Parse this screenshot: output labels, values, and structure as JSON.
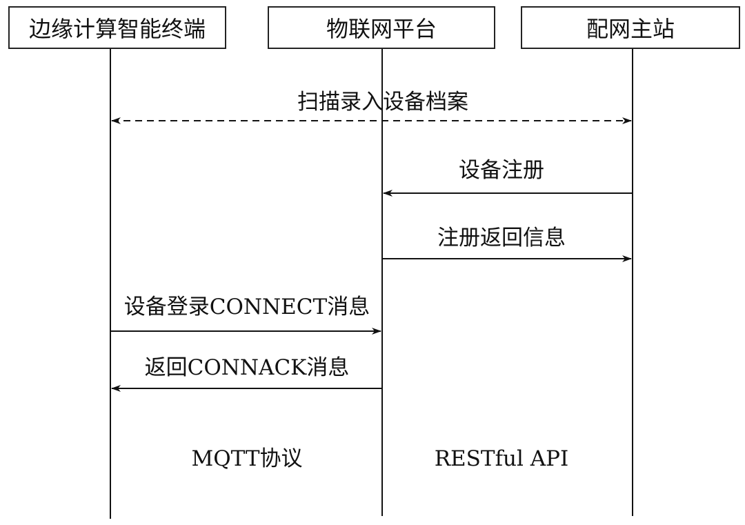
{
  "participants": [
    {
      "name": "边缘计算智能终端"
    },
    {
      "name": "物联网平台"
    },
    {
      "name": "配网主站"
    }
  ],
  "messages": [
    {
      "label": "扫描录入设备档案",
      "from": "边缘计算智能终端",
      "to": "配网主站",
      "style": "dashed-bidirectional"
    },
    {
      "label": "设备注册",
      "from": "配网主站",
      "to": "物联网平台",
      "style": "solid"
    },
    {
      "label": "注册返回信息",
      "from": "物联网平台",
      "to": "配网主站",
      "style": "solid"
    },
    {
      "label": "设备登录CONNECT消息",
      "from": "边缘计算智能终端",
      "to": "物联网平台",
      "style": "solid"
    },
    {
      "label": "返回CONNACK消息",
      "from": "物联网平台",
      "to": "边缘计算智能终端",
      "style": "solid"
    }
  ],
  "protocols": [
    {
      "label": "MQTT协议"
    },
    {
      "label": "RESTful API"
    }
  ]
}
